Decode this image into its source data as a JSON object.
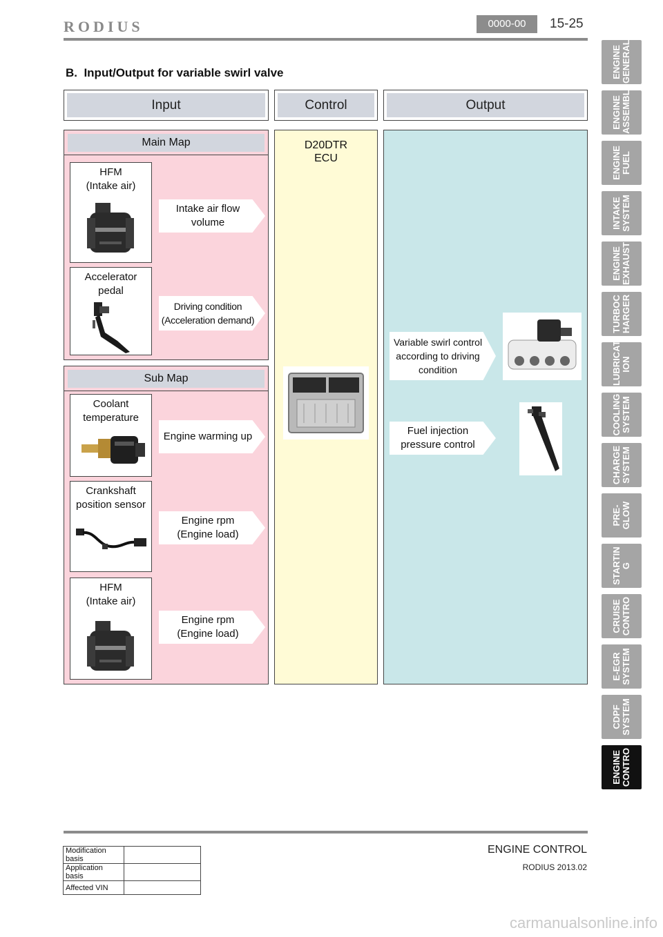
{
  "header": {
    "brand": "RODIUS",
    "code": "0000-00",
    "page": "15-25"
  },
  "section_title": "B.  Input/Output for variable swirl valve",
  "columns": {
    "input": "Input",
    "control": "Control",
    "output": "Output"
  },
  "main_map": {
    "title": "Main Map",
    "sensors": [
      {
        "label": "HFM\n(Intake air)",
        "signal": "Intake air flow\nvolume"
      },
      {
        "label": "Accelerator\npedal",
        "signal": "Driving condition\n(Acceleration demand)"
      }
    ]
  },
  "sub_map": {
    "title": "Sub Map",
    "sensors": [
      {
        "label": "Coolant\ntemperature",
        "signal": "Engine warming up"
      },
      {
        "label": "Crankshaft\nposition sensor",
        "signal": "Engine rpm\n(Engine load)"
      },
      {
        "label": "HFM\n(Intake air)",
        "signal": "Engine rpm\n(Engine load)"
      }
    ]
  },
  "control": {
    "ecu": "D20DTR\nECU"
  },
  "outputs": [
    {
      "label": "Variable swirl control\naccording to driving\ncondition"
    },
    {
      "label": "Fuel injection\npressure control"
    }
  ],
  "side_tabs": [
    {
      "label": "ENGINE\nGENERAL",
      "active": false
    },
    {
      "label": "ENGINE\nASSEMBL",
      "active": false
    },
    {
      "label": "ENGINE\nFUEL",
      "active": false
    },
    {
      "label": "INTAKE\nSYSTEM",
      "active": false
    },
    {
      "label": "ENGINE\nEXHAUST",
      "active": false
    },
    {
      "label": "TURBOC\nHARGER",
      "active": false
    },
    {
      "label": "LUBRICAT\nION",
      "active": false
    },
    {
      "label": "COOLING\nSYSTEM",
      "active": false
    },
    {
      "label": "CHARGE\nSYSTEM",
      "active": false
    },
    {
      "label": "PRE-\nGLOW",
      "active": false
    },
    {
      "label": "STARTIN\nG",
      "active": false
    },
    {
      "label": "CRUISE\nCONTRO",
      "active": false
    },
    {
      "label": "E-EGR\nSYSTEM",
      "active": false
    },
    {
      "label": "CDPF\nSYSTEM",
      "active": false
    },
    {
      "label": "ENGINE\nCONTRO",
      "active": true
    }
  ],
  "footer": {
    "meta": [
      {
        "key": "Modification basis",
        "value": ""
      },
      {
        "key": "Application basis",
        "value": ""
      },
      {
        "key": "Affected VIN",
        "value": ""
      }
    ],
    "title": "ENGINE CONTROL",
    "subtitle": "RODIUS 2013.02",
    "watermark": "carmanualsonline.info"
  },
  "colors": {
    "input_bg": "#fbd4dc",
    "control_bg": "#fffbd6",
    "output_bg": "#c9e7e9",
    "header_cell": "#d2d6de",
    "tab_inactive": "#a5a5a5",
    "tab_active": "#111111"
  }
}
